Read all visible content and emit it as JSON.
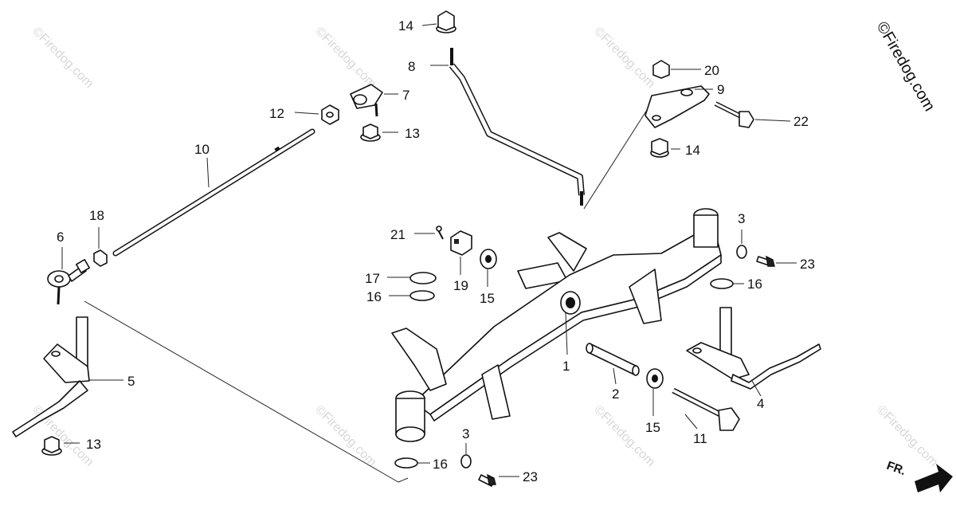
{
  "brand": "©Firedog.com",
  "watermark": "©Firedog.com",
  "direction_label": "FR.",
  "callouts": [
    "1",
    "2",
    "3",
    "3",
    "4",
    "5",
    "6",
    "7",
    "8",
    "9",
    "10",
    "11",
    "12",
    "13",
    "13",
    "14",
    "14",
    "15",
    "15",
    "16",
    "16",
    "16",
    "17",
    "18",
    "19",
    "20",
    "21",
    "22",
    "23",
    "23"
  ]
}
